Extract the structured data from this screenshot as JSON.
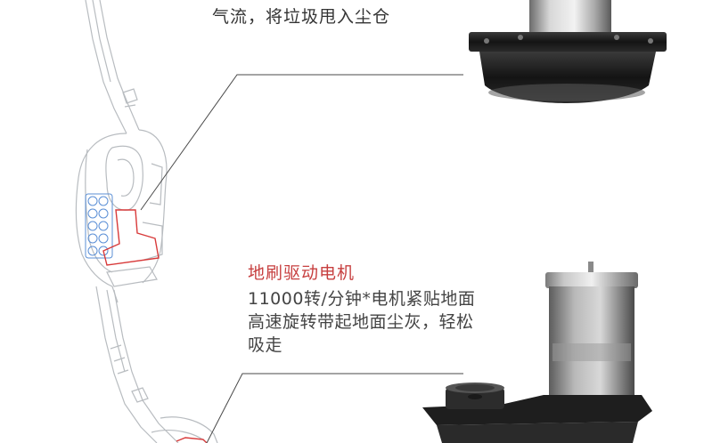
{
  "top_caption": "气流，将垃圾甩入尘仓",
  "feature": {
    "title": "地刷驱动电机",
    "desc_lines": [
      "11000转/分钟*电机紧贴地面",
      "高速旋转带起地面尘灰，轻松",
      "吸走"
    ]
  },
  "colors": {
    "accent_red": "#c73f3f",
    "outline_gray": "#b8bcc0",
    "battery_blue": "#5b8fd6",
    "motor_dark": "#1e1e1e"
  },
  "icons": [
    "vacuum-outline-illustration",
    "cyclone-motor-image",
    "brush-motor-image"
  ]
}
